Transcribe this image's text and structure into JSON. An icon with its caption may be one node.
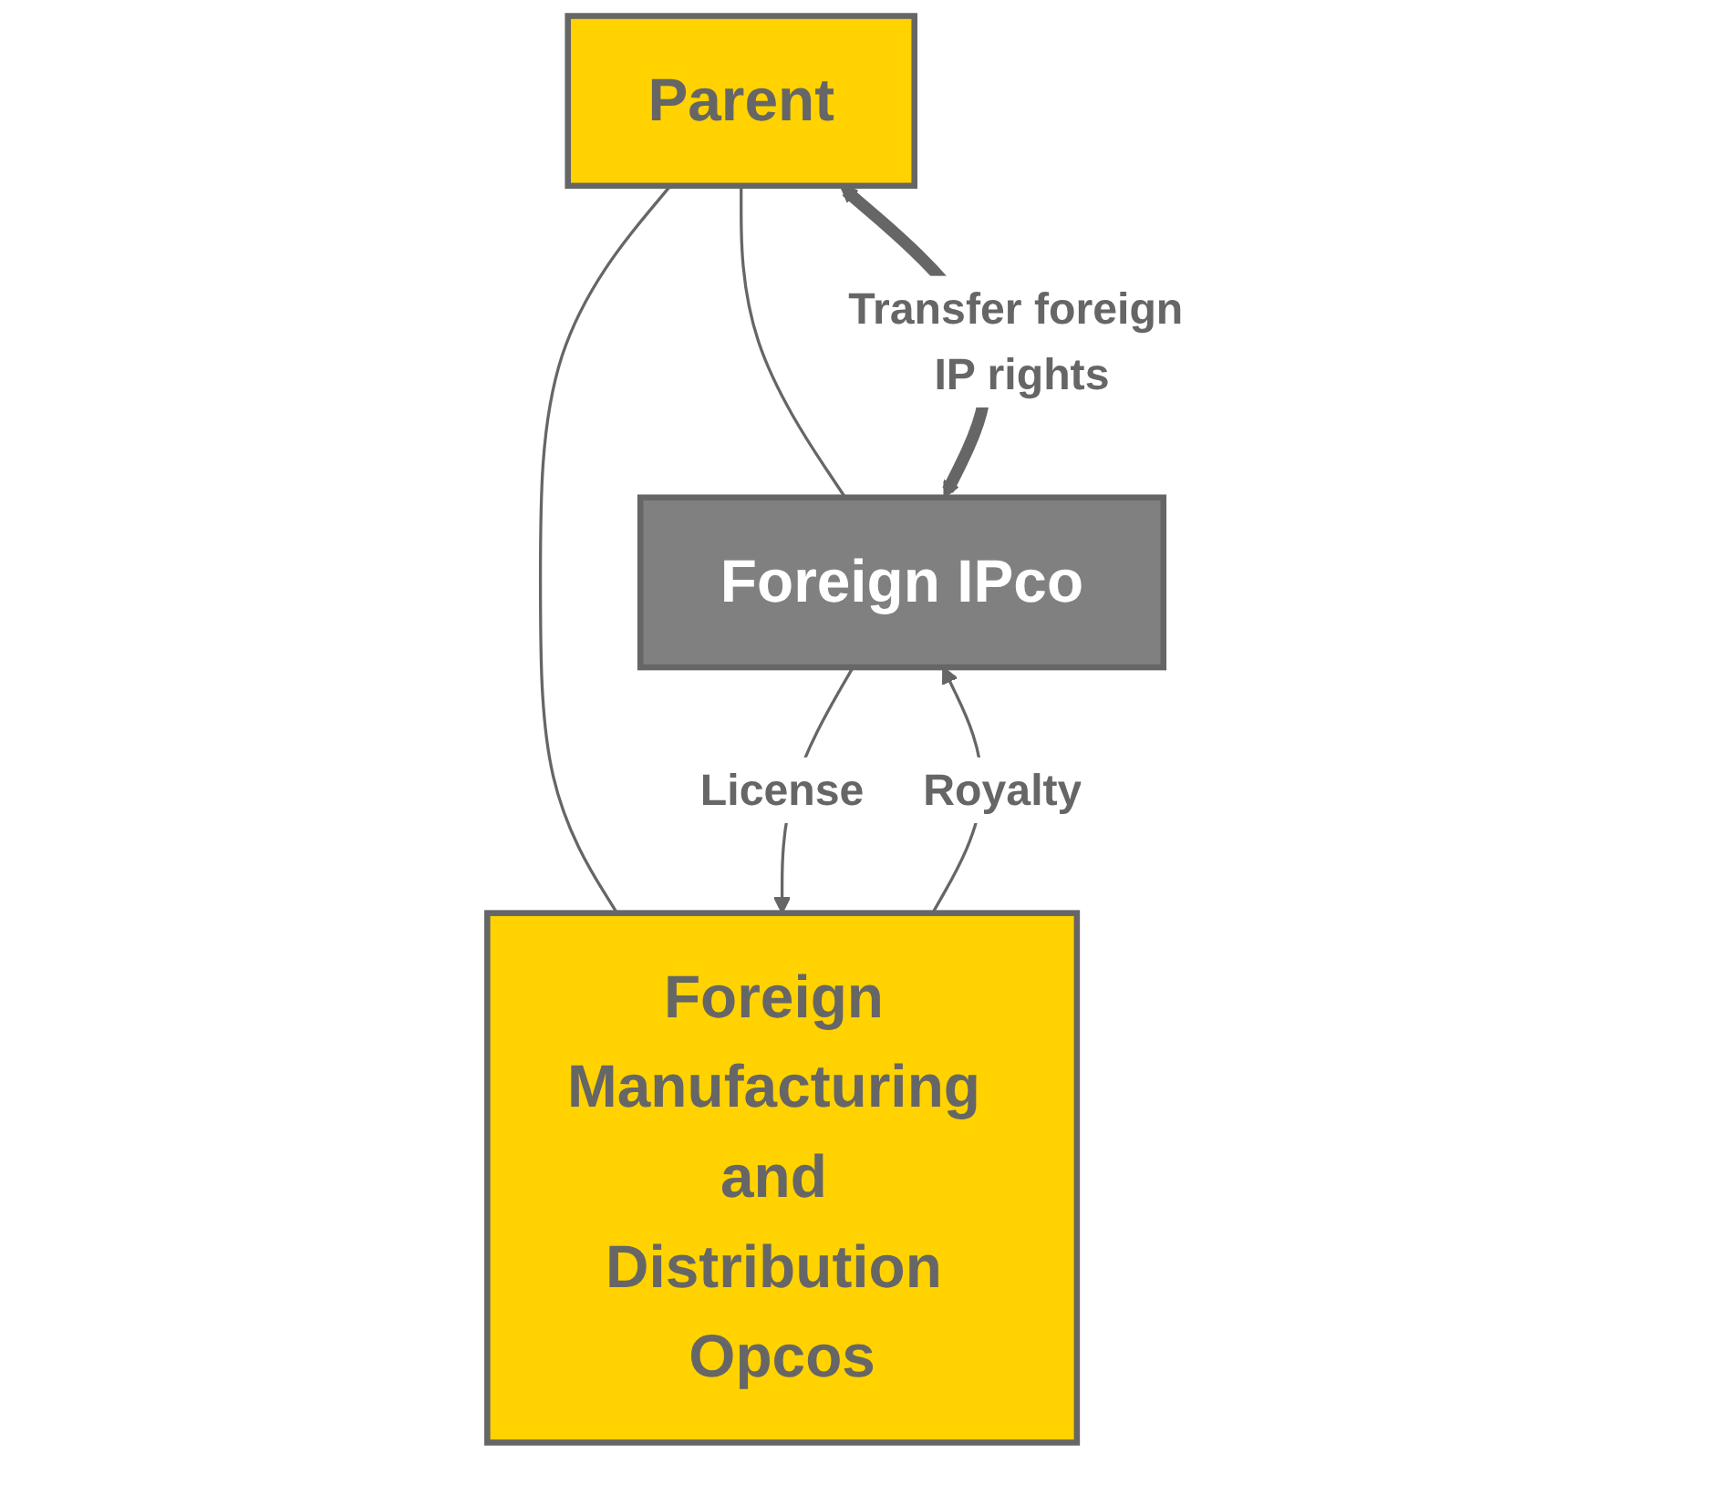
{
  "diagram": {
    "nodes": [
      {
        "text": [
          "Parent"
        ]
      },
      {
        "text": [
          "Foreign IPco"
        ]
      },
      {
        "text": [
          "Foreign Manufacturing and Distribution Opcos"
        ]
      }
    ],
    "edges": [
      {
        "from": 0,
        "to": 1,
        "arrow": "none"
      },
      {
        "from": 0,
        "to": 2,
        "arrow": "none"
      },
      {
        "from": 0,
        "to": 1,
        "arrow": "both",
        "style": "thick",
        "label": "Transfer foreign IP rights"
      },
      {
        "from": 1,
        "to": 2,
        "arrow": "to",
        "label": "License"
      },
      {
        "from": 2,
        "to": 1,
        "arrow": "to",
        "label": "Royalty"
      }
    ]
  }
}
